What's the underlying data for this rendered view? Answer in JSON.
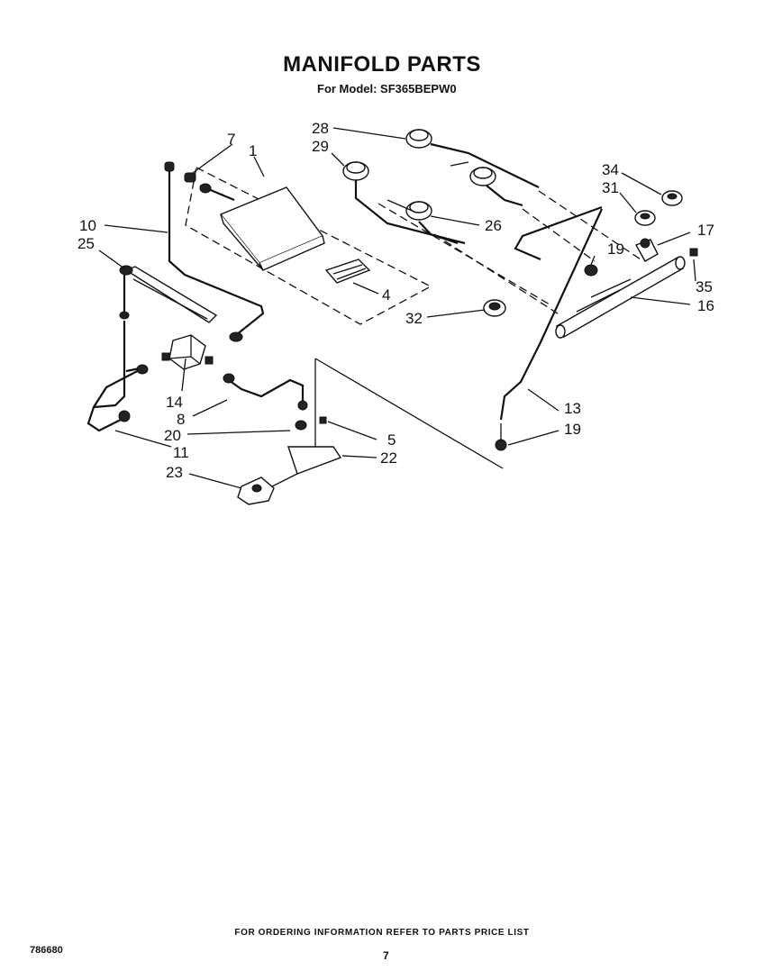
{
  "header": {
    "title": "MANIFOLD PARTS",
    "subtitle": "For Model: SF365BEPW0"
  },
  "callouts": {
    "c1": "1",
    "c4": "4",
    "c5": "5",
    "c7": "7",
    "c8": "8",
    "c10": "10",
    "c11": "11",
    "c13": "13",
    "c14": "14",
    "c16": "16",
    "c17": "17",
    "c19a": "19",
    "c19b": "19",
    "c20": "20",
    "c22": "22",
    "c23": "23",
    "c25": "25",
    "c26": "26",
    "c28": "28",
    "c29": "29",
    "c31": "31",
    "c32": "32",
    "c34": "34",
    "c35": "35"
  },
  "footer": {
    "note": "FOR ORDERING INFORMATION REFER TO PARTS PRICE LIST",
    "doc_number": "786680",
    "page_number": "7"
  }
}
